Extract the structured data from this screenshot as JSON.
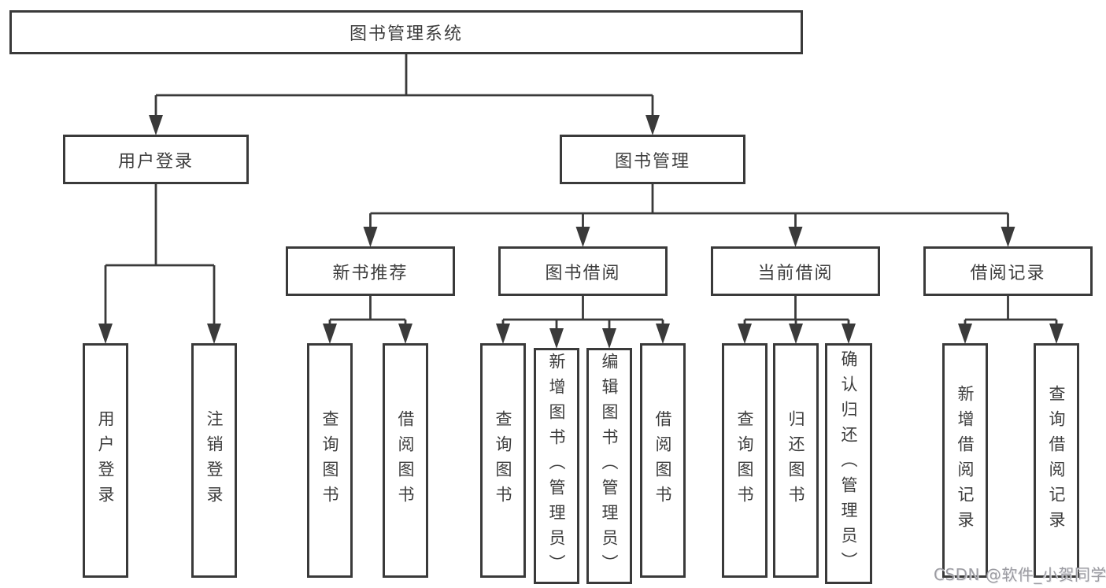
{
  "colors": {
    "line": "#3a3a3a",
    "box_background": "#ffffff",
    "text": "#3d3d3d",
    "watermark_text": "#9c9ca2"
  },
  "tree": {
    "label": "图书管理系统",
    "children": [
      {
        "label": "用户登录",
        "children": [
          {
            "label": "用户登录"
          },
          {
            "label": "注销登录"
          }
        ]
      },
      {
        "label": "图书管理",
        "children": [
          {
            "label": "新书推荐",
            "children": [
              {
                "label": "查询图书"
              },
              {
                "label": "借阅图书"
              }
            ]
          },
          {
            "label": "图书借阅",
            "children": [
              {
                "label": "查询图书"
              },
              {
                "label": "新增图书（管理员）"
              },
              {
                "label": "编辑图书（管理员）"
              },
              {
                "label": "借阅图书"
              }
            ]
          },
          {
            "label": "当前借阅",
            "children": [
              {
                "label": "查询图书"
              },
              {
                "label": "归还图书"
              },
              {
                "label": "确认归还（管理员）"
              }
            ]
          },
          {
            "label": "借阅记录",
            "children": [
              {
                "label": "新增借阅记录"
              },
              {
                "label": "查询借阅记录"
              }
            ]
          }
        ]
      }
    ]
  },
  "watermark": {
    "text": "CSDN @软件_小贺同学"
  }
}
